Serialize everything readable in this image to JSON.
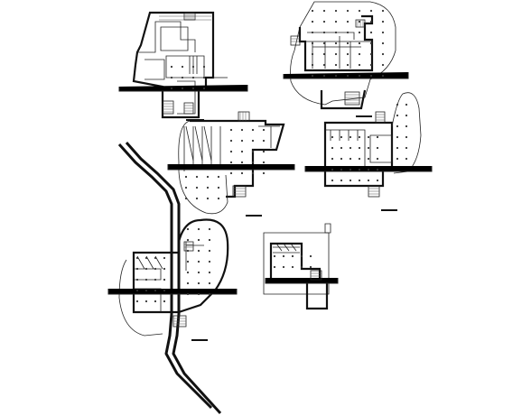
{
  "drawing": {
    "plans": [
      {
        "id": "plan-top-left"
      },
      {
        "id": "plan-top-right"
      },
      {
        "id": "plan-middle-left"
      },
      {
        "id": "plan-middle-right"
      },
      {
        "id": "plan-bottom-left"
      },
      {
        "id": "plan-bottom-right"
      }
    ],
    "icons": [
      "stair-icon",
      "scale-bar-icon",
      "section-line-icon",
      "column-grid-icon"
    ],
    "colors": {
      "linework": "#111111",
      "background": "#ffffff"
    }
  }
}
